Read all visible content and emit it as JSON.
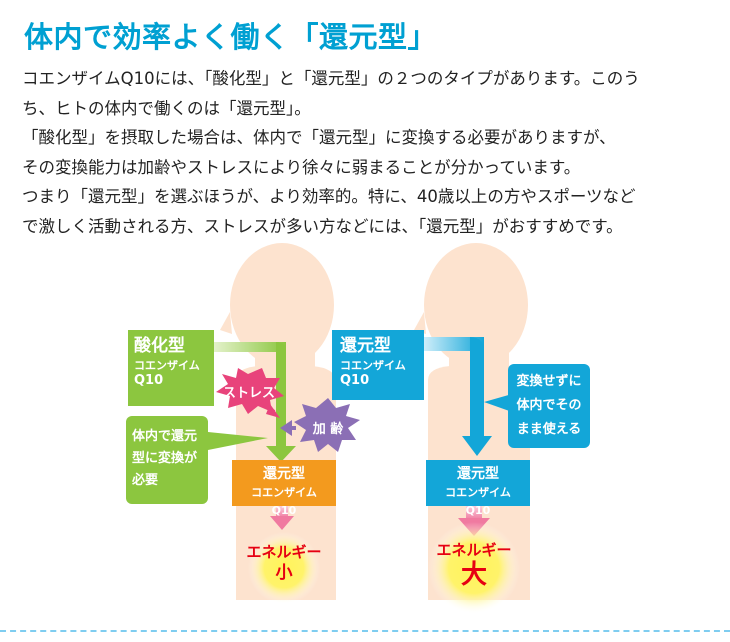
{
  "title": "体内で効率よく働く「還元型」",
  "paragraph": [
    "コエンザイムQ10には、「酸化型」と「還元型」の２つのタイプがあります。このう",
    "ち、ヒトの体内で働くのは「還元型」。",
    "「酸化型」を摂取した場合は、体内で「還元型」に変換する必要がありますが、",
    "その変換能力は加齢やストレスにより徐々に弱まることが分かっています。",
    "つまり「還元型」を選ぶほうが、より効率的。特に、40歳以上の方やスポーツなど",
    "で激しく活動される方、ストレスが多い方などには、「還元型」がおすすめです。"
  ],
  "diagram": {
    "left": {
      "source_box": {
        "main": "酸化型",
        "sub1": "コエンザイム",
        "sub2": "Q10"
      },
      "stress": "ストレス",
      "aging": "加 齢",
      "note": [
        "体内で還元",
        "型に変換が",
        "必要"
      ],
      "result_box": {
        "main": "還元型",
        "sub": "コエンザイム Q10"
      },
      "energy": {
        "line1": "エネルギー",
        "line2": "小"
      }
    },
    "right": {
      "source_box": {
        "main": "還元型",
        "sub1": "コエンザイム",
        "sub2": "Q10"
      },
      "note": [
        "変換せずに",
        "体内でその",
        "まま使える"
      ],
      "result_box": {
        "main": "還元型",
        "sub": "コエンザイム Q10"
      },
      "energy": {
        "line1": "エネルギー",
        "line2": "大"
      }
    }
  },
  "colors": {
    "title": "#00a0d2",
    "green": "#8cc63f",
    "blue": "#13a6d8",
    "orange": "#f39a1e",
    "body": "#fde3cf",
    "stress": "#e8437b",
    "aging": "#8b6fb5",
    "energy_text": "#e60012"
  }
}
